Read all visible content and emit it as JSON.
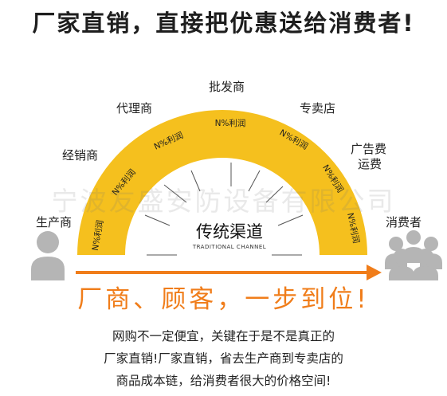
{
  "headline": "厂家直销，直接把优惠送给消费者!",
  "arc": {
    "segment_label": "N%利润",
    "center_title": "传统渠道",
    "center_subtitle": "TRADITIONAL CHANNEL"
  },
  "nodes": {
    "producer": "生产商",
    "distributor": "经销商",
    "agent": "代理商",
    "wholesaler": "批发商",
    "store": "专卖店",
    "ad_fee": "广告费",
    "shipping_fee": "运费",
    "consumer": "消费者"
  },
  "watermark": "宁波友盛安防设备有限公司",
  "slogan": "厂商、顾客，一步到位!",
  "description": [
    "网购不一定便宜，关键在于是不是真正的",
    "厂家直销!厂家直销，省去生产商到专卖店的",
    "商品成本链，给消费者很大的价格空间!"
  ],
  "colors": {
    "arc": "#f5c01e",
    "arrow": "#f07d1a",
    "slogan": "#f07d1a",
    "person": "#b5b5b5"
  }
}
